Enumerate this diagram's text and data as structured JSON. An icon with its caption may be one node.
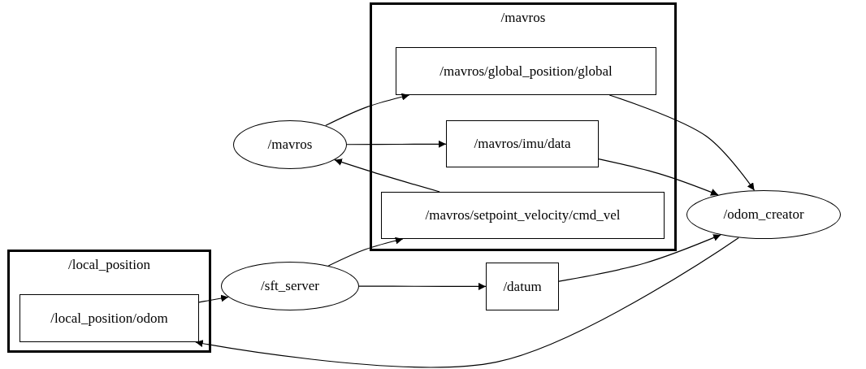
{
  "diagram": {
    "nodes": [
      {
        "text": [
          "/mavros"
        ]
      },
      {
        "text": [
          "/mavros/global_position/global"
        ],
        "in": 0
      },
      {
        "text": [
          "/mavros/imu/data"
        ],
        "in": 0
      },
      {
        "text": [
          "/mavros/setpoint_velocity/cmd_vel"
        ],
        "in": 0
      },
      {
        "text": [
          "/mavros"
        ]
      },
      {
        "text": [
          "/odom_creator"
        ]
      },
      {
        "text": [
          "/local_position"
        ]
      },
      {
        "text": [
          "/local_position/odom"
        ],
        "in": 6
      },
      {
        "text": [
          "/sft_server"
        ]
      },
      {
        "text": [
          "/datum"
        ]
      }
    ],
    "edges": [
      {
        "from": 4,
        "to": 1,
        "arrow": "to"
      },
      {
        "from": 4,
        "to": 2,
        "arrow": "to"
      },
      {
        "from": 3,
        "to": 4,
        "arrow": "to"
      },
      {
        "from": 1,
        "to": 5,
        "arrow": "to"
      },
      {
        "from": 2,
        "to": 5,
        "arrow": "to"
      },
      {
        "from": 8,
        "to": 3,
        "arrow": "to"
      },
      {
        "from": 8,
        "to": 9,
        "arrow": "to"
      },
      {
        "from": 9,
        "to": 5,
        "arrow": "to"
      },
      {
        "from": 7,
        "to": 8,
        "arrow": "to"
      },
      {
        "from": 5,
        "to": 7,
        "arrow": "to"
      }
    ]
  }
}
